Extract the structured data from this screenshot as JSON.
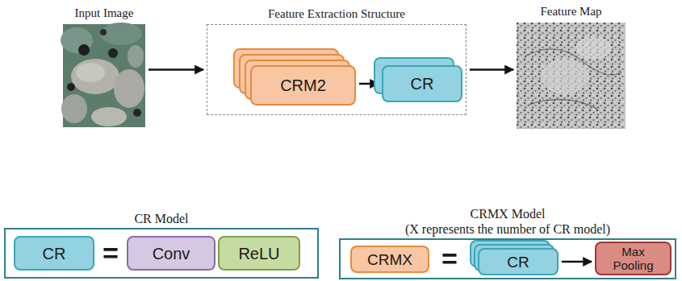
{
  "diagram": {
    "nodes": [
      {
        "text": [
          "Input Image"
        ]
      },
      {
        "text": [
          "Feature Extraction Structure"
        ]
      },
      {
        "text": [
          "CRM2"
        ],
        "in": 1
      },
      {
        "text": [
          "CR"
        ],
        "in": 1
      },
      {
        "text": [
          "Feature Map"
        ]
      },
      {
        "text": [
          "CR Model"
        ]
      },
      {
        "text": [
          "CR"
        ],
        "in": 5
      },
      {
        "text": [
          "Conv"
        ],
        "in": 5
      },
      {
        "text": [
          "ReLU"
        ],
        "in": 5
      },
      {
        "text": [
          "CRMX Model",
          "(X represents the number of CR model)"
        ]
      },
      {
        "text": [
          "CRMX"
        ],
        "in": 9
      },
      {
        "text": [
          "CR"
        ],
        "in": 9
      },
      {
        "text": [
          "Max Pooling"
        ],
        "in": 9
      }
    ],
    "edges": [
      {
        "from": 0,
        "to": 1,
        "arrow": "to"
      },
      {
        "from": 1,
        "to": 4,
        "arrow": "to"
      },
      {
        "from": 2,
        "to": 3,
        "arrow": "to"
      },
      {
        "from": 11,
        "to": 12,
        "arrow": "to"
      }
    ],
    "labels": [
      "=",
      "="
    ]
  }
}
